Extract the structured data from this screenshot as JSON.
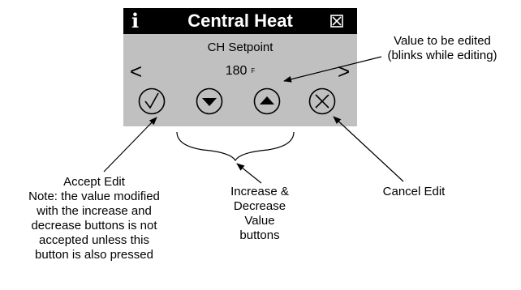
{
  "display": {
    "title": "Central Heat",
    "info_icon": "i",
    "setpoint_label": "CH Setpoint",
    "setpoint_value": "180",
    "setpoint_unit": "F",
    "nav_prev": "<",
    "nav_next": ">",
    "buttons": [
      "accept-check-icon",
      "decrease-down-triangle-icon",
      "increase-up-triangle-icon",
      "cancel-x-icon"
    ]
  },
  "annotations": {
    "value_to_edit": [
      "Value to be edited",
      "(blinks while editing)"
    ],
    "accept": [
      "Accept Edit",
      "Note:  the value modified",
      "with the increase and",
      "decrease buttons is not",
      "accepted unless this",
      "button is also pressed"
    ],
    "increase_decrease": [
      "Increase &",
      "Decrease",
      "Value",
      "buttons"
    ],
    "cancel": [
      "Cancel Edit"
    ]
  }
}
